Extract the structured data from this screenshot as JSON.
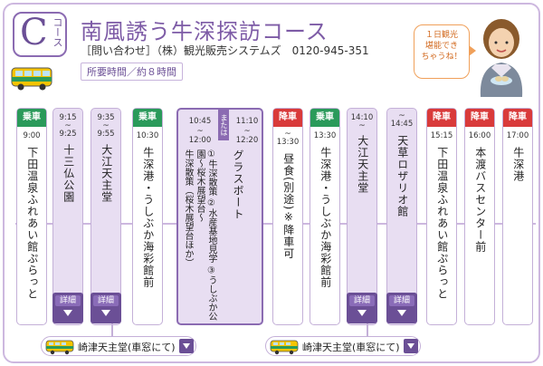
{
  "header": {
    "course_letter": "C",
    "course_kana": "コース",
    "title": "南風誘う牛深探訪コース",
    "contact": "［問い合わせ］（株）観光販売システムズ　0120-945-351",
    "duration": "所要時間／約８時間"
  },
  "bubble": {
    "line1": "１日観光",
    "line2": "堪能でき",
    "line3": "ちゃうね！"
  },
  "stops": [
    {
      "badge": "乗車",
      "badge_color": "green",
      "time_start": "9:00",
      "time_end": "",
      "place": "下田温泉ふれあい館ぷらっと",
      "style": "white",
      "detail": false
    },
    {
      "badge": "",
      "badge_color": "",
      "time_start": "9:15",
      "time_end": "9:25",
      "place": "十三仏公園",
      "style": "lav",
      "detail": true,
      "detail_label": "詳細"
    },
    {
      "badge": "",
      "badge_color": "",
      "time_start": "9:35",
      "time_end": "9:55",
      "place": "大江天主堂",
      "style": "lav",
      "detail": true,
      "detail_label": "詳細"
    },
    {
      "badge": "乗車",
      "badge_color": "green",
      "time_start": "10:30",
      "time_end": "",
      "place": "牛深港・うしぶか海彩館前",
      "style": "white",
      "detail": false
    },
    {
      "badge": "降車",
      "badge_color": "red",
      "time_start": "",
      "time_end": "13:30",
      "place": "昼食(別途)※降車可",
      "style": "white",
      "detail": false
    },
    {
      "badge": "乗車",
      "badge_color": "green",
      "time_start": "13:30",
      "time_end": "",
      "place": "牛深港・うしぶか海彩館前",
      "style": "white",
      "detail": false
    },
    {
      "badge": "",
      "badge_color": "",
      "time_start": "14:10",
      "time_end": "",
      "place": "大江天主堂",
      "style": "lav",
      "detail": true,
      "detail_label": "詳細"
    },
    {
      "badge": "",
      "badge_color": "",
      "time_start": "",
      "time_end": "14:45",
      "place": "天草ロザリオ館",
      "style": "lav",
      "detail": true,
      "detail_label": "詳細"
    },
    {
      "badge": "降車",
      "badge_color": "red",
      "time_start": "15:15",
      "time_end": "",
      "place": "下田温泉ふれあい館ぷらっと",
      "style": "white",
      "detail": false
    },
    {
      "badge": "降車",
      "badge_color": "red",
      "time_start": "16:00",
      "time_end": "",
      "place": "本渡バスセンター前",
      "style": "white",
      "detail": false
    },
    {
      "badge": "降車",
      "badge_color": "red",
      "time_start": "17:00",
      "time_end": "",
      "place": "牛深港",
      "style": "white",
      "detail": false
    }
  ],
  "wide_stop": {
    "time_a_start": "10:45",
    "time_a_end": "12:00",
    "separator": "または",
    "time_b_start": "11:10",
    "time_b_end": "12:20",
    "option_a_list": "①牛深散策 ②水産基地見学 ③うしぶか公園～桜木展望台～",
    "option_a_sub": "牛深散策（桜木展望台ほか）",
    "option_b_place": "グラスボート"
  },
  "waypoints": [
    {
      "label": "崎津天主堂(車窓にて)"
    },
    {
      "label": "崎津天主堂(車窓にて)"
    }
  ],
  "colors": {
    "accent": "#7d5ba6",
    "lavender": "#e8def2",
    "red_badge": "#d93a3a",
    "green_badge": "#2a9a5a"
  }
}
